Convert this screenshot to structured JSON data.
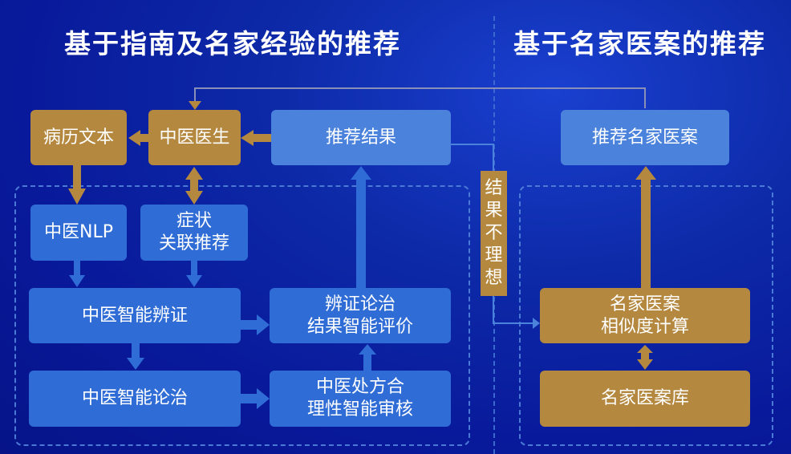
{
  "titles": {
    "left": "基于指南及名家经验的推荐",
    "right": "基于名家医案的推荐"
  },
  "nodes": {
    "medical_record_text": "病历文本",
    "tcm_doctor": "中医医生",
    "recommendation_result": "推荐结果",
    "tcm_nlp": "中医NLP",
    "symptom_recommend": "症状\n关联推荐",
    "tcm_syndrome_diff": "中医智能辨证",
    "tcm_treatment": "中医智能论治",
    "evaluation": "辨证论治\n结果智能评价",
    "prescription_review": "中医处方合\n理性智能审核",
    "recommend_famous_cases": "推荐名家医案",
    "case_similarity": "名家医案\n相似度计算",
    "case_library": "名家医案库"
  },
  "unsatisfactory_tag": [
    "结",
    "果",
    "不",
    "理",
    "想"
  ],
  "colors": {
    "gold": "#b4883f",
    "blue_light": "#4a82dc",
    "blue": "#2f6cd6",
    "connector": "#8a8fb8",
    "background": "#0d2aa8"
  }
}
